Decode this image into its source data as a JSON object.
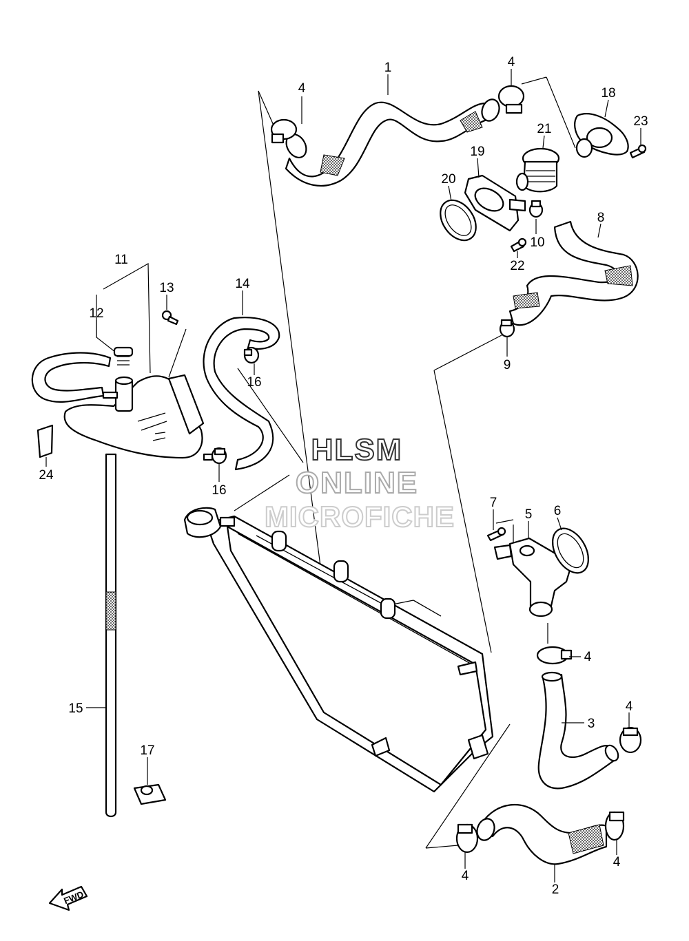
{
  "watermark": {
    "line1": "HLSM",
    "line2": "ONLINE",
    "line3": "MICROFICHE"
  },
  "direction_marker": "FWD",
  "callouts": {
    "c1": "1",
    "c2": "2",
    "c3": "3",
    "c4a": "4",
    "c4b": "4",
    "c4c": "4",
    "c4d": "4",
    "c4e": "4",
    "c4f": "4",
    "c5": "5",
    "c6": "6",
    "c7": "7",
    "c8": "8",
    "c9": "9",
    "c10": "10",
    "c11": "11",
    "c12": "12",
    "c13": "13",
    "c14": "14",
    "c15": "15",
    "c16a": "16",
    "c16b": "16",
    "c17": "17",
    "c18": "18",
    "c19": "19",
    "c20": "20",
    "c21": "21",
    "c22": "22",
    "c23": "23",
    "c24": "24"
  }
}
